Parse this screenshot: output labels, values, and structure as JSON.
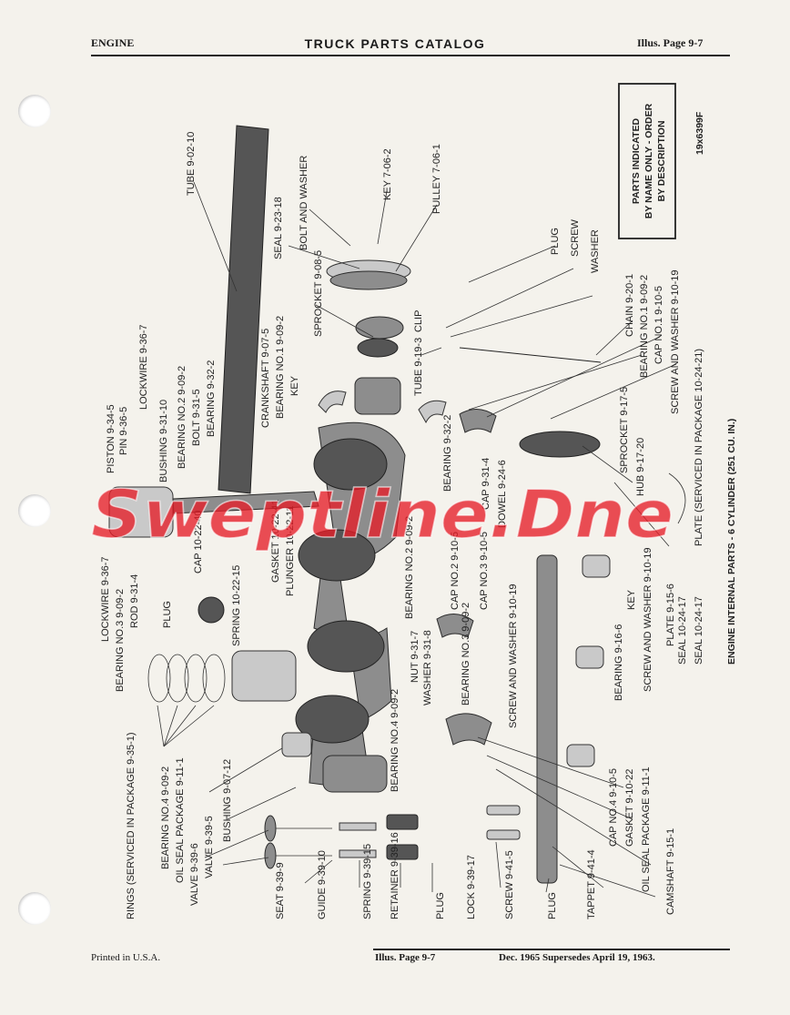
{
  "header": {
    "left": "ENGINE",
    "center": "TRUCK PARTS CATALOG",
    "right": "Illus. Page 9-7"
  },
  "footer": {
    "left": "Printed in U.S.A.",
    "center": "Illus. Page 9-7",
    "right": "Dec. 1965 Supersedes April 19, 1963."
  },
  "diagram": {
    "caption": "ENGINE INTERNAL PARTS - 6 CYLINDER (251 CU. IN.)",
    "figure_id": "19x6399F",
    "notice": [
      "PARTS INDICATED",
      "BY NAME ONLY - ORDER",
      "BY DESCRIPTION"
    ],
    "watermark": "Sweptline.Dne",
    "labels": {
      "tube_top": "TUBE 9-02-10",
      "seal_top": "SEAL 9-23-18",
      "bolt_washer": "BOLT AND WASHER",
      "key_706": "KEY 7-06-2",
      "pulley": "PULLEY 7-06-1",
      "plug_top": "PLUG",
      "screw_top": "SCREW",
      "washer_top": "WASHER",
      "sprocket_908": "SPROCKET 9-08-5",
      "clip": "CLIP",
      "tube_919": "TUBE 9-19-3",
      "crankshaft": "CRANKSHAFT 9-07-5",
      "bearing_no1_left": "BEARING NO.1 9-09-2",
      "key_mid": "KEY",
      "lockwire_top": "LOCKWIRE 9-36-7",
      "piston": "PISTON 9-34-5",
      "pin": "PIN 9-36-5",
      "bushing_931": "BUSHING 9-31-10",
      "bearing_no2_top": "BEARING NO.2 9-09-2",
      "bolt_931": "BOLT 9-31-5",
      "bearing_932_top": "BEARING 9-32-2",
      "chain": "CHAIN 9-20-1",
      "bearing_no1_right": "BEARING NO.1 9-09-2",
      "cap_no1": "CAP NO.1 9-10-5",
      "screw_washer_top": "SCREW AND WASHER 9-10-19",
      "bearing_932_mid": "BEARING 9-32-2",
      "cap_931": "CAP 9-31-4",
      "dowel": "DOWEL 9-24-6",
      "sprocket_917": "SPROCKET 9-17-5",
      "hub": "HUB 9-17-20",
      "plate_serviced": "PLATE (SERVICED IN PACKAGE 10-24-21)",
      "cap_1022": "CAP 10-22-40",
      "gasket_1022": "GASKET 10-22-41",
      "plunger": "PLUNGER 10-22-11",
      "plug_mid": "PLUG",
      "spring_1022": "SPRING 10-22-15",
      "lockwire_bottom": "LOCKWIRE 9-36-7",
      "bearing_no3_left": "BEARING NO.3 9-09-2",
      "rod": "ROD 9-31-4",
      "bearing_no2_mid": "BEARING NO.2 9-09-2",
      "cap_no2": "CAP NO.2 9-10-5",
      "cap_no3": "CAP NO.3 9-10-5",
      "key_bottom": "KEY",
      "screw_washer_mid": "SCREW AND WASHER 9-10-19",
      "plate_915": "PLATE 9-15-6",
      "seal_1024_a": "SEAL 10-24-17",
      "seal_1024_b": "SEAL 10-24-17",
      "nut": "NUT 9-31-7",
      "washer_931": "WASHER 9-31-8",
      "bearing_no3_mid": "BEARING NO.3 9-09-2",
      "screw_washer_low": "SCREW AND WASHER 9-10-19",
      "bearing_916": "BEARING 9-16-6",
      "rings": "RINGS (SERVICED IN PACKAGE 9-35-1)",
      "bearing_no4_left": "BEARING NO.4 9-09-2",
      "oil_seal_left": "OIL SEAL PACKAGE 9-11-1",
      "valve_396": "VALVE 9-39-6",
      "valve_395": "VALVE 9-39-5",
      "bushing_907": "BUSHING 9-07-12",
      "bearing_no4_mid": "BEARING NO.4 9-09-2",
      "cap_no4": "CAP NO.4 9-10-5",
      "gasket_910": "GASKET 9-10-22",
      "oil_seal_right": "OIL SEAL PACKAGE 9-11-1",
      "camshaft": "CAMSHAFT 9-15-1",
      "seat": "SEAT 9-39-9",
      "guide": "GUIDE 9-39-10",
      "spring_939": "SPRING 9-39-15",
      "retainer": "RETAINER 9-39-16",
      "plug_bottom_a": "PLUG",
      "lock": "LOCK 9-39-17",
      "screw_941": "SCREW 9-41-5",
      "plug_bottom_b": "PLUG",
      "tappet": "TAPPET 9-41-4"
    }
  }
}
